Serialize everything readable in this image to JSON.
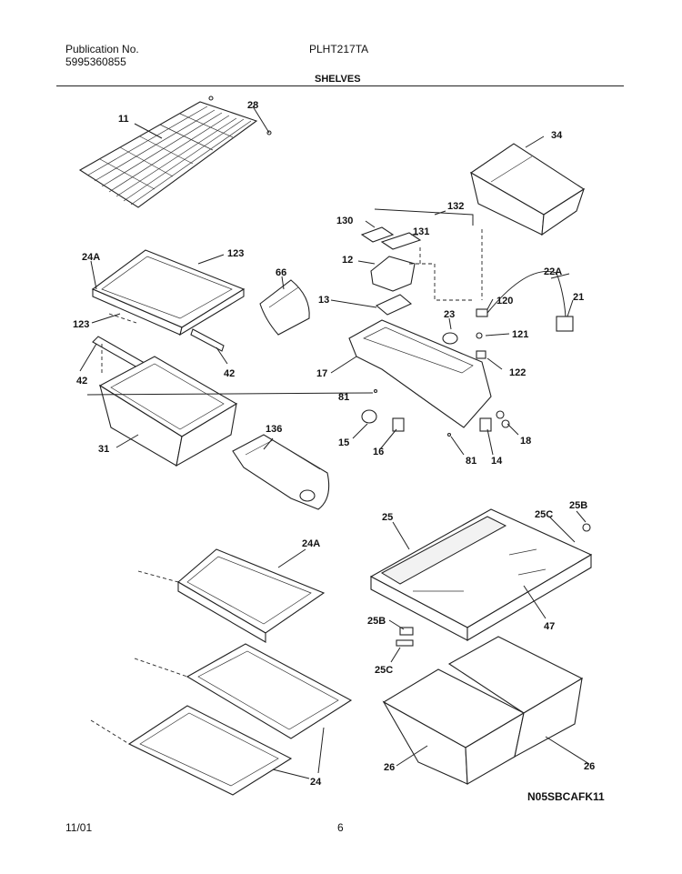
{
  "header": {
    "publication_label": "Publication No.",
    "publication_number": "5995360855",
    "model": "PLHT217TA",
    "section_title": "SHELVES"
  },
  "callouts": [
    "11",
    "28",
    "34",
    "130",
    "132",
    "131",
    "24A",
    "123",
    "66",
    "12",
    "22A",
    "13",
    "120",
    "21",
    "123",
    "23",
    "121",
    "42",
    "17",
    "122",
    "42",
    "81",
    "15",
    "16",
    "18",
    "31",
    "136",
    "81",
    "14",
    "25",
    "25B",
    "25C",
    "24A",
    "47",
    "25B",
    "25C",
    "26",
    "26",
    "24"
  ],
  "diagram_code": "N05SBCAFK11",
  "footer": {
    "date": "11/01",
    "page": "6"
  }
}
